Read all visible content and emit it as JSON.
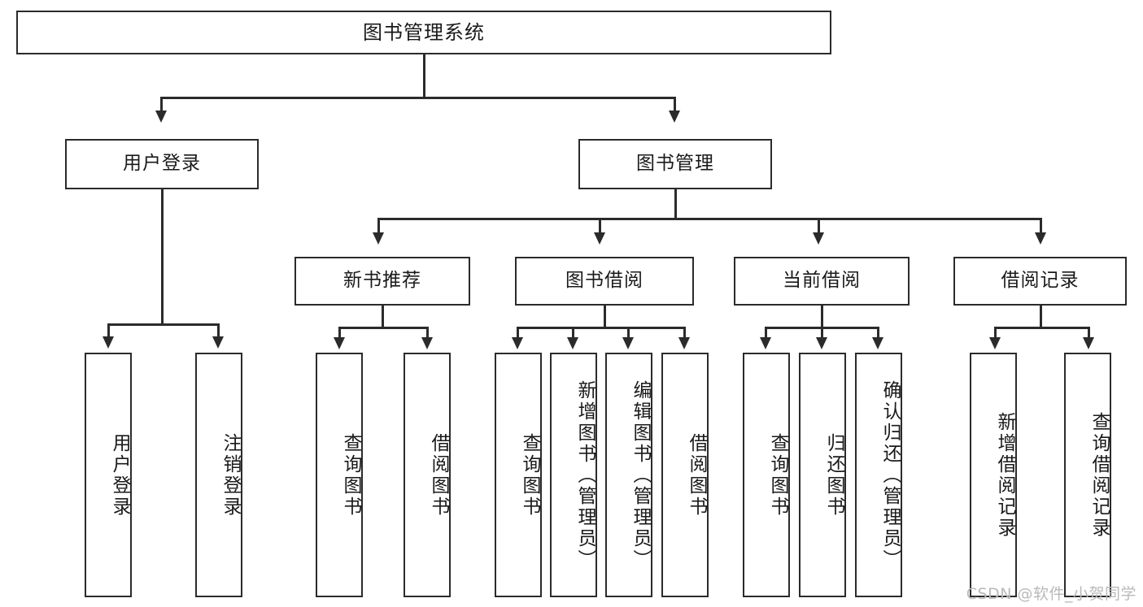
{
  "diagram": {
    "kind": "functional-structure-tree",
    "title": "图书管理系统",
    "orientation": "top-down",
    "colors": {
      "line": "#2b2b2b",
      "box_fill": "#ffffff",
      "text": "#1a1a1a",
      "watermark": "#b9b9b9",
      "background": "#ffffff"
    }
  },
  "watermark": {
    "text": "CSDN @软件_小贺同学"
  },
  "root": {
    "label": "图书管理系统"
  },
  "level2": [
    {
      "label": "用户登录"
    },
    {
      "label": "图书管理"
    }
  ],
  "level3": [
    {
      "label": "新书推荐"
    },
    {
      "label": "图书借阅"
    },
    {
      "label": "当前借阅"
    },
    {
      "label": "借阅记录"
    }
  ],
  "leaves": {
    "user_login": [
      {
        "label": "用户登录"
      },
      {
        "label": "注销登录"
      }
    ],
    "new_book_recommend": [
      {
        "label": "查询图书"
      },
      {
        "label": "借阅图书"
      }
    ],
    "book_borrow": [
      {
        "label": "查询图书"
      },
      {
        "label": "新增图书（管理员）"
      },
      {
        "label": "编辑图书（管理员）"
      },
      {
        "label": "借阅图书"
      }
    ],
    "current_borrow": [
      {
        "label": "查询图书"
      },
      {
        "label": "归还图书"
      },
      {
        "label": "确认归还（管理员）"
      }
    ],
    "borrow_record": [
      {
        "label": "新增借阅记录"
      },
      {
        "label": "查询借阅记录"
      }
    ]
  }
}
